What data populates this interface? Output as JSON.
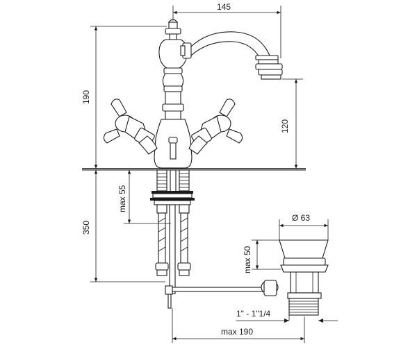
{
  "dimensions": {
    "width_145": "145",
    "height_190": "190",
    "height_120": "120",
    "max_55": "max 55",
    "depth_350": "350",
    "dia_63": "Ø 63",
    "max_50": "max 50",
    "thread": "1\" - 1\"1/4",
    "max_190": "max 190"
  }
}
